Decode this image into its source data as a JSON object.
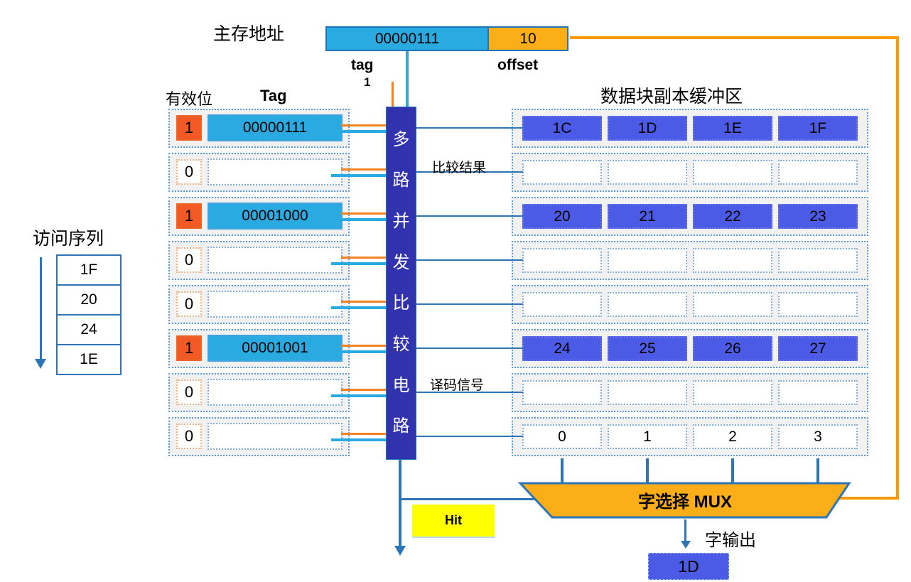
{
  "address": {
    "label": "主存地址",
    "tag_value": "00000111",
    "offset_value": "10",
    "tag_label": "tag",
    "offset_label": "offset",
    "tag_bit_label": "1"
  },
  "headers": {
    "valid": "有效位",
    "tag": "Tag",
    "buffer": "数据块副本缓冲区"
  },
  "comparator": {
    "text": "多路并发比较电路"
  },
  "labels": {
    "compare_result": "比较结果",
    "decode_signal": "译码信号",
    "hit": "Hit",
    "mux": "字选择 MUX",
    "word_out": "字输出"
  },
  "output": {
    "value": "1D"
  },
  "access_sequence": {
    "title": "访问序列",
    "items": [
      "1F",
      "20",
      "24",
      "1E"
    ]
  },
  "cache": {
    "rows": [
      {
        "valid": "1",
        "tag": "00000111",
        "filled": true
      },
      {
        "valid": "0",
        "tag": "",
        "filled": false
      },
      {
        "valid": "1",
        "tag": "00001000",
        "filled": true
      },
      {
        "valid": "0",
        "tag": "",
        "filled": false
      },
      {
        "valid": "0",
        "tag": "",
        "filled": false
      },
      {
        "valid": "1",
        "tag": "00001001",
        "filled": true
      },
      {
        "valid": "0",
        "tag": "",
        "filled": false
      },
      {
        "valid": "0",
        "tag": "",
        "filled": false
      }
    ]
  },
  "buffer": {
    "rows": [
      {
        "cells": [
          "1C",
          "1D",
          "1E",
          "1F"
        ],
        "filled": true
      },
      {
        "cells": [
          "",
          "",
          "",
          ""
        ],
        "filled": false
      },
      {
        "cells": [
          "20",
          "21",
          "22",
          "23"
        ],
        "filled": true
      },
      {
        "cells": [
          "",
          "",
          "",
          ""
        ],
        "filled": false
      },
      {
        "cells": [
          "",
          "",
          "",
          ""
        ],
        "filled": false
      },
      {
        "cells": [
          "24",
          "25",
          "26",
          "27"
        ],
        "filled": true
      },
      {
        "cells": [
          "",
          "",
          "",
          ""
        ],
        "filled": false
      },
      {
        "cells": [
          "0",
          "1",
          "2",
          "3"
        ],
        "filled": false
      }
    ]
  },
  "colors": {
    "tag_cyan": "#29ABE2",
    "valid_orange": "#F15A24",
    "offset_amber": "#FBAE17",
    "buffer_blue": "#4B5BE5",
    "comparator_indigo": "#3032AE",
    "hit_yellow": "#FFFF00",
    "line_blue": "#2E75B6",
    "line_orange": "#FF9900",
    "border_blue": "#1C75BC"
  }
}
